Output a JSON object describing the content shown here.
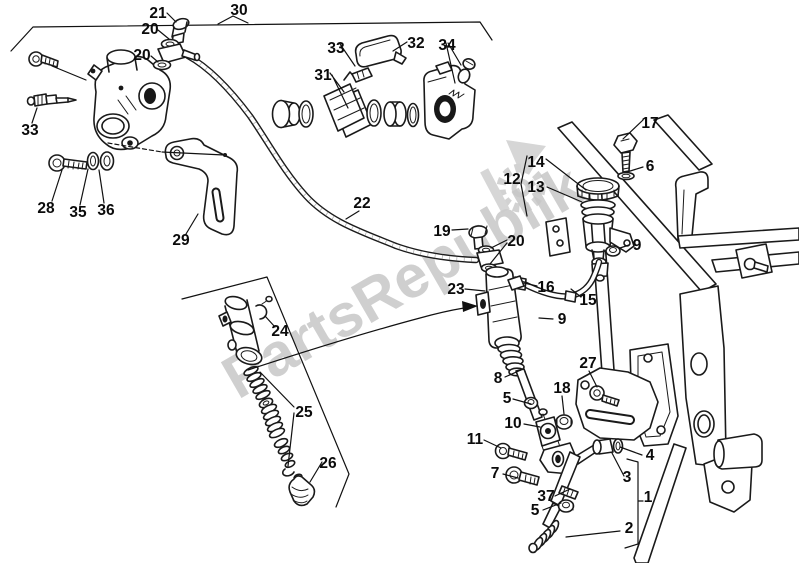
{
  "watermark": {
    "text": "PartsRepublik",
    "color": "#c7c7c7",
    "logo": "gear-icon"
  },
  "diagram": {
    "labels": [
      "21",
      "20",
      "20",
      "30",
      "33",
      "28",
      "35",
      "36",
      "29",
      "33",
      "31",
      "32",
      "34",
      "17",
      "6",
      "14",
      "12",
      "13",
      "9",
      "22",
      "19",
      "20",
      "23",
      "16",
      "15",
      "9",
      "27",
      "24",
      "25",
      "26",
      "8",
      "5",
      "10",
      "11",
      "7",
      "18",
      "4",
      "3",
      "37",
      "5",
      "1",
      "2"
    ]
  }
}
